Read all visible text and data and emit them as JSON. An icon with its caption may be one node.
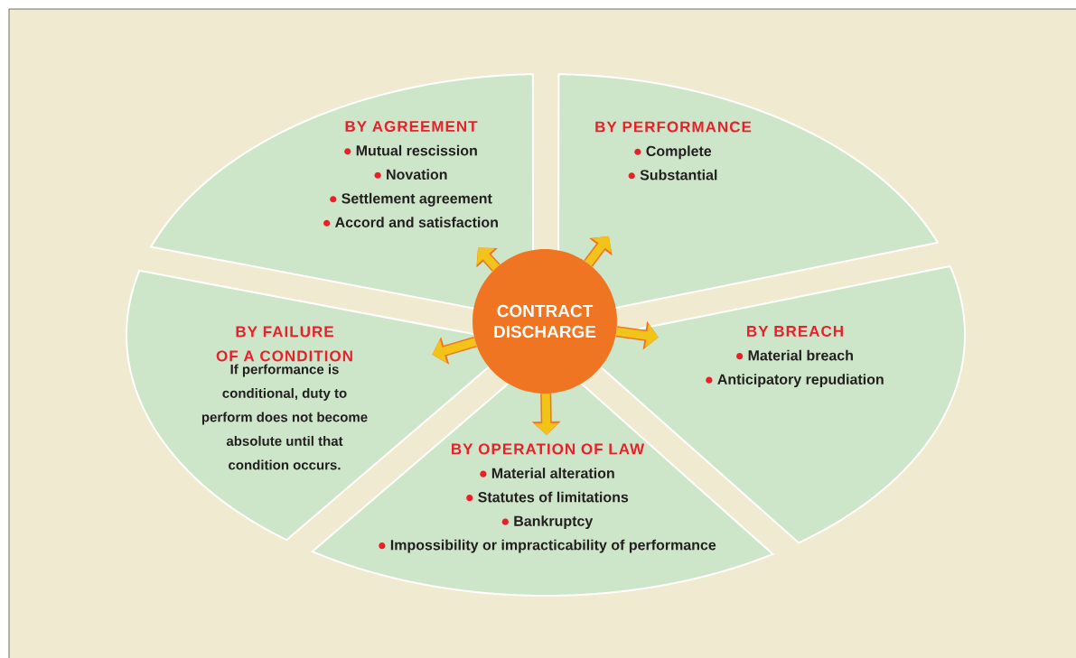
{
  "diagram": {
    "nodes": [
      {
        "text": [
          "CONTRACT DISCHARGE"
        ]
      },
      {
        "text": [
          "BY AGREEMENT",
          "Mutual rescission",
          "Novation",
          "Settlement agreement",
          "Accord and satisfaction"
        ]
      },
      {
        "text": [
          "BY PERFORMANCE",
          "Complete",
          "Substantial"
        ]
      },
      {
        "text": [
          "BY BREACH",
          "Material breach",
          "Anticipatory repudiation"
        ]
      },
      {
        "text": [
          "BY OPERATION OF LAW",
          "Material alteration",
          "Statutes of limitations",
          "Bankruptcy",
          "Impossibility or impracticability of performance"
        ]
      },
      {
        "text": [
          "BY FAILURE OF A CONDITION",
          "If performance is conditional, duty to perform does not become absolute until that condition occurs."
        ]
      }
    ],
    "edges": [
      {
        "from": 0,
        "to": 1,
        "arrow": "to"
      },
      {
        "from": 0,
        "to": 2,
        "arrow": "to"
      },
      {
        "from": 0,
        "to": 3,
        "arrow": "to"
      },
      {
        "from": 0,
        "to": 4,
        "arrow": "to"
      },
      {
        "from": 0,
        "to": 5,
        "arrow": "to"
      }
    ]
  }
}
